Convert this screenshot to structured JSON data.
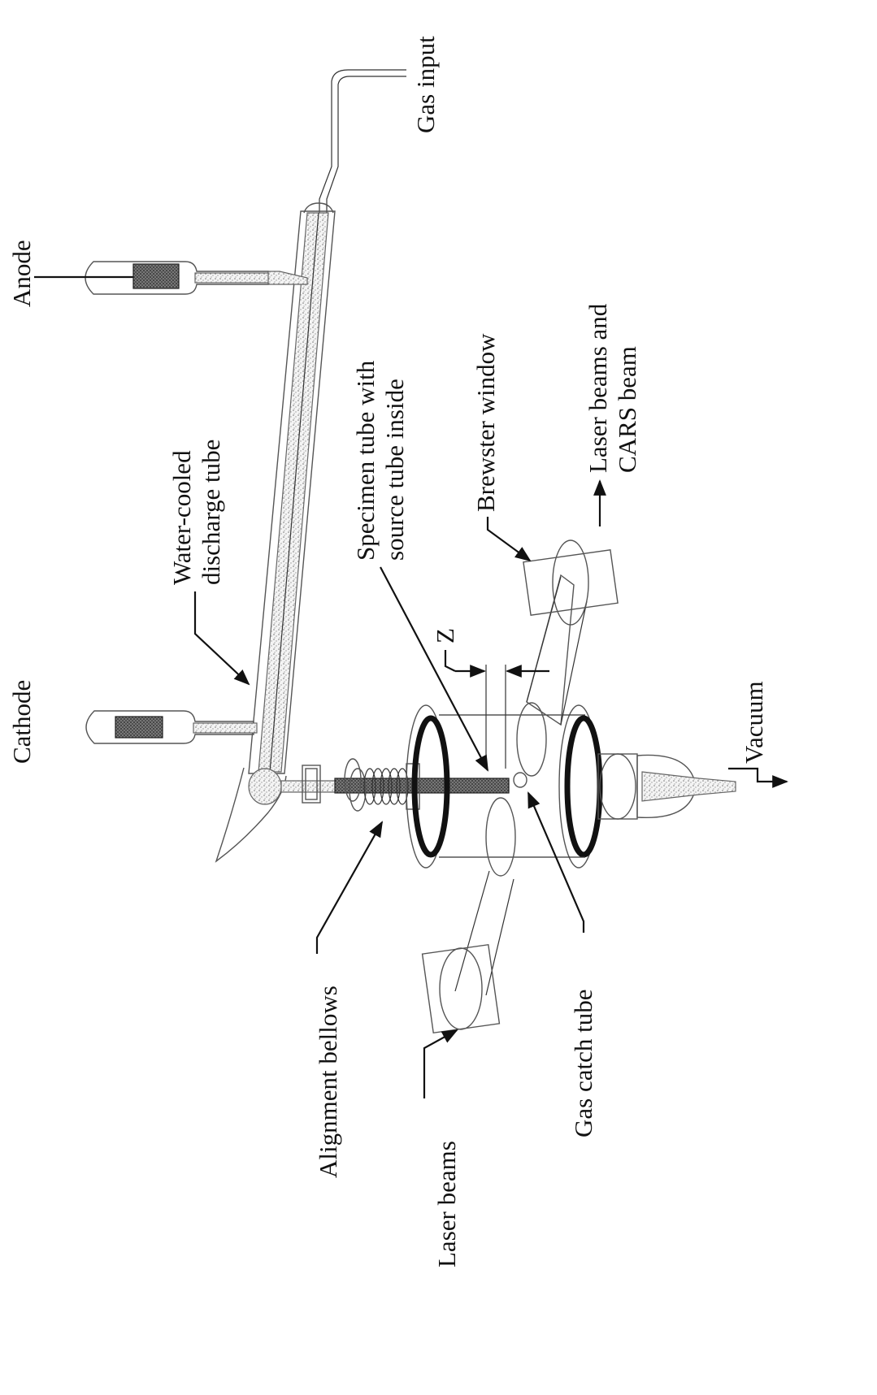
{
  "labels": {
    "gas_input": "Gas input",
    "anode": "Anode",
    "cathode": "Cathode",
    "water_cooled_1": "Water-cooled",
    "water_cooled_2": "discharge tube",
    "specimen_1": "Specimen tube with",
    "specimen_2": "source tube inside",
    "brewster": "Brewster window",
    "laser_cars_1": "Laser beams and",
    "laser_cars_2": "CARS beam",
    "z": "Z",
    "vacuum": "Vacuum",
    "alignment": "Alignment bellows",
    "gas_catch": "Gas catch tube",
    "laser_beams": "Laser beams"
  }
}
